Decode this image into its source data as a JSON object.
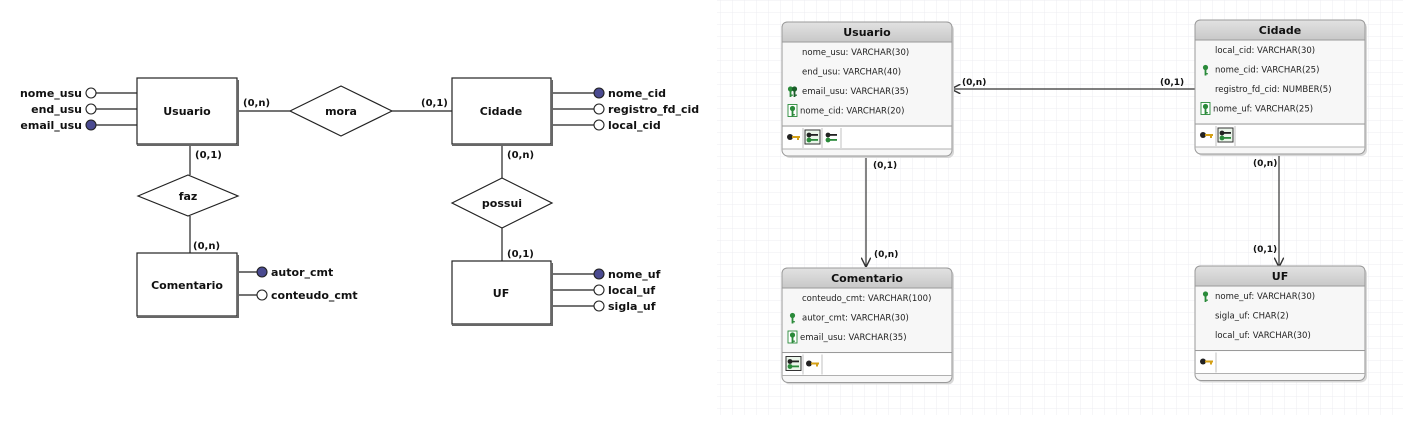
{
  "conceptual": {
    "entities": {
      "usuario": "Usuario",
      "cidade": "Cidade",
      "comentario": "Comentario",
      "uf": "UF"
    },
    "relationships": {
      "mora": "mora",
      "faz": "faz",
      "possui": "possui"
    },
    "attributes": {
      "usuario": [
        {
          "name": "nome_usu",
          "key": false
        },
        {
          "name": "end_usu",
          "key": false
        },
        {
          "name": "email_usu",
          "key": true
        }
      ],
      "cidade": [
        {
          "name": "nome_cid",
          "key": true
        },
        {
          "name": "registro_fd_cid",
          "key": false
        },
        {
          "name": "local_cid",
          "key": false
        }
      ],
      "comentario": [
        {
          "name": "autor_cmt",
          "key": true
        },
        {
          "name": "conteudo_cmt",
          "key": false
        }
      ],
      "uf": [
        {
          "name": "nome_uf",
          "key": true
        },
        {
          "name": "local_uf",
          "key": false
        },
        {
          "name": "sigla_uf",
          "key": false
        }
      ]
    },
    "cardinalities": {
      "usuario_mora": "(0,n)",
      "mora_cidade": "(0,1)",
      "usuario_faz": "(0,1)",
      "faz_comentario": "(0,n)",
      "cidade_possui": "(0,n)",
      "possui_uf": "(0,1)"
    }
  },
  "logical": {
    "tables": {
      "usuario": {
        "title": "Usuario",
        "rows": [
          {
            "text": "nome_usu: VARCHAR(30)",
            "icon": "none"
          },
          {
            "text": "end_usu: VARCHAR(40)",
            "icon": "none"
          },
          {
            "text": "email_usu: VARCHAR(35)",
            "icon": "primary-foreign-key-icon"
          },
          {
            "text": "nome_cid: VARCHAR(20)",
            "icon": "foreign-key-icon"
          }
        ]
      },
      "cidade": {
        "title": "Cidade",
        "rows": [
          {
            "text": "local_cid: VARCHAR(30)",
            "icon": "none"
          },
          {
            "text": "nome_cid: VARCHAR(25)",
            "icon": "primary-key-icon"
          },
          {
            "text": "registro_fd_cid: NUMBER(5)",
            "icon": "none"
          },
          {
            "text": "nome_uf: VARCHAR(25)",
            "icon": "foreign-key-icon"
          }
        ]
      },
      "comentario": {
        "title": "Comentario",
        "rows": [
          {
            "text": "conteudo_cmt: VARCHAR(100)",
            "icon": "none"
          },
          {
            "text": "autor_cmt: VARCHAR(30)",
            "icon": "primary-key-icon"
          },
          {
            "text": "email_usu: VARCHAR(35)",
            "icon": "foreign-key-icon"
          }
        ]
      },
      "uf": {
        "title": "UF",
        "rows": [
          {
            "text": "nome_uf: VARCHAR(30)",
            "icon": "primary-key-icon"
          },
          {
            "text": "sigla_uf: CHAR(2)",
            "icon": "none"
          },
          {
            "text": "local_uf: VARCHAR(30)",
            "icon": "none"
          }
        ]
      }
    },
    "cardinalities": {
      "usuario_side": "(0,n)",
      "cidade_side": "(0,1)",
      "usuario_down": "(0,1)",
      "comentario_up": "(0,n)",
      "cidade_down": "(0,n)",
      "uf_up": "(0,1)"
    }
  },
  "colors": {
    "key_dot": "#4a4a90",
    "table_header": "#d2d2d2",
    "table_bg": "#f7f7f7",
    "grid": "#e8e8ee",
    "key_green": "#2a8a3a"
  }
}
